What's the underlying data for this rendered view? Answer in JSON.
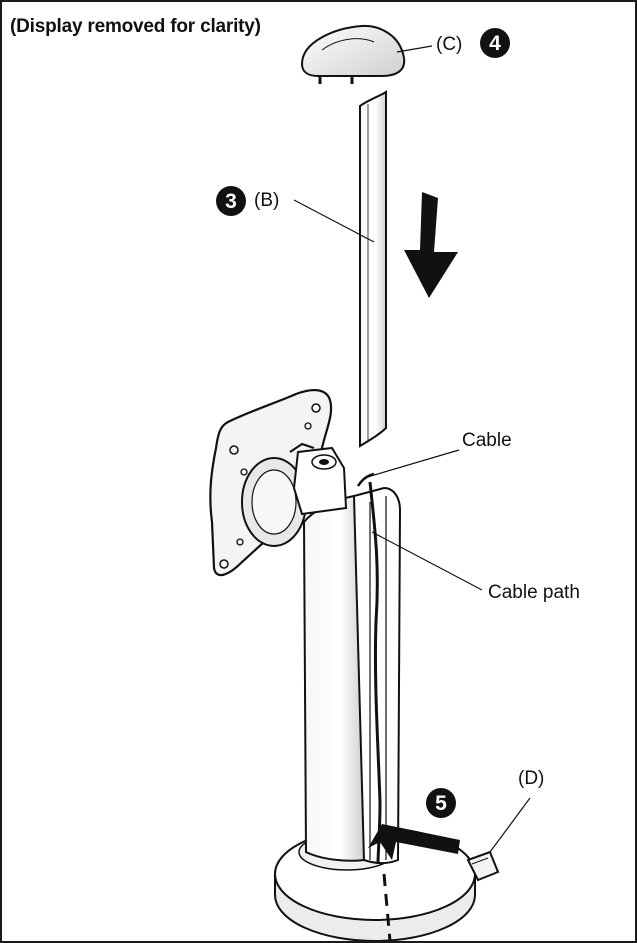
{
  "heading": "(Display removed for clarity)",
  "labels": {
    "part_c": "(C)",
    "part_b": "(B)",
    "part_d": "(D)",
    "cable": "Cable",
    "cable_path": "Cable path"
  },
  "steps": {
    "step_3": "3",
    "step_4": "4",
    "step_5": "5"
  },
  "colors": {
    "line": "#111111",
    "fill": "#ffffff",
    "shade": "#d4d4d4",
    "arrow": "#111111"
  }
}
